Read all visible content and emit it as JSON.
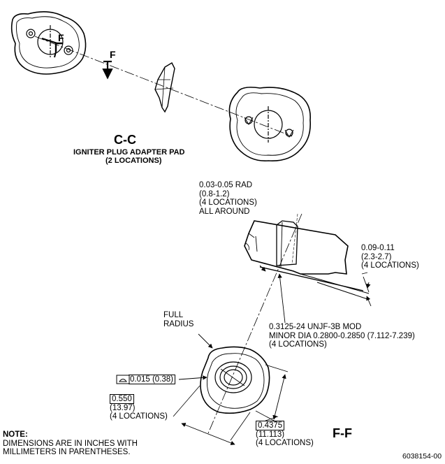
{
  "section_cc": {
    "title": "C-C",
    "caption_line1": "IGNITER PLUG ADAPTER PAD",
    "caption_line2": "(2 LOCATIONS)",
    "view_arrow_label_small": "F",
    "view_arrow_label_large": "F"
  },
  "section_ff": {
    "title": "F-F",
    "rad_callout": [
      "0.03-0.05 RAD",
      "(0.8-1.2)",
      "(4 LOCATIONS)",
      "ALL AROUND"
    ],
    "thickness_callout": [
      "0.09-0.11",
      "(2.3-2.7)",
      "(4 LOCATIONS)"
    ],
    "thread_callout": [
      "0.3125-24 UNJF-3B MOD",
      "MINOR DIA 0.2800-0.2850 (7.112-7.239)",
      "(4 LOCATIONS)"
    ],
    "full_radius": [
      "FULL",
      "RADIUS"
    ],
    "flatness_value": "0.015 (0.38)",
    "width_basic": "0.550",
    "width_lines": [
      "(13.97)",
      "(4 LOCATIONS)"
    ],
    "offset_basic": "0.4375",
    "offset_lines": [
      "(11.113)",
      "(4 LOCATIONS)"
    ]
  },
  "note": {
    "title": "NOTE:",
    "line1": "DIMENSIONS ARE IN INCHES WITH",
    "line2": "MILLIMETERS IN PARENTHESES."
  },
  "drawing_number": "6038154-00"
}
